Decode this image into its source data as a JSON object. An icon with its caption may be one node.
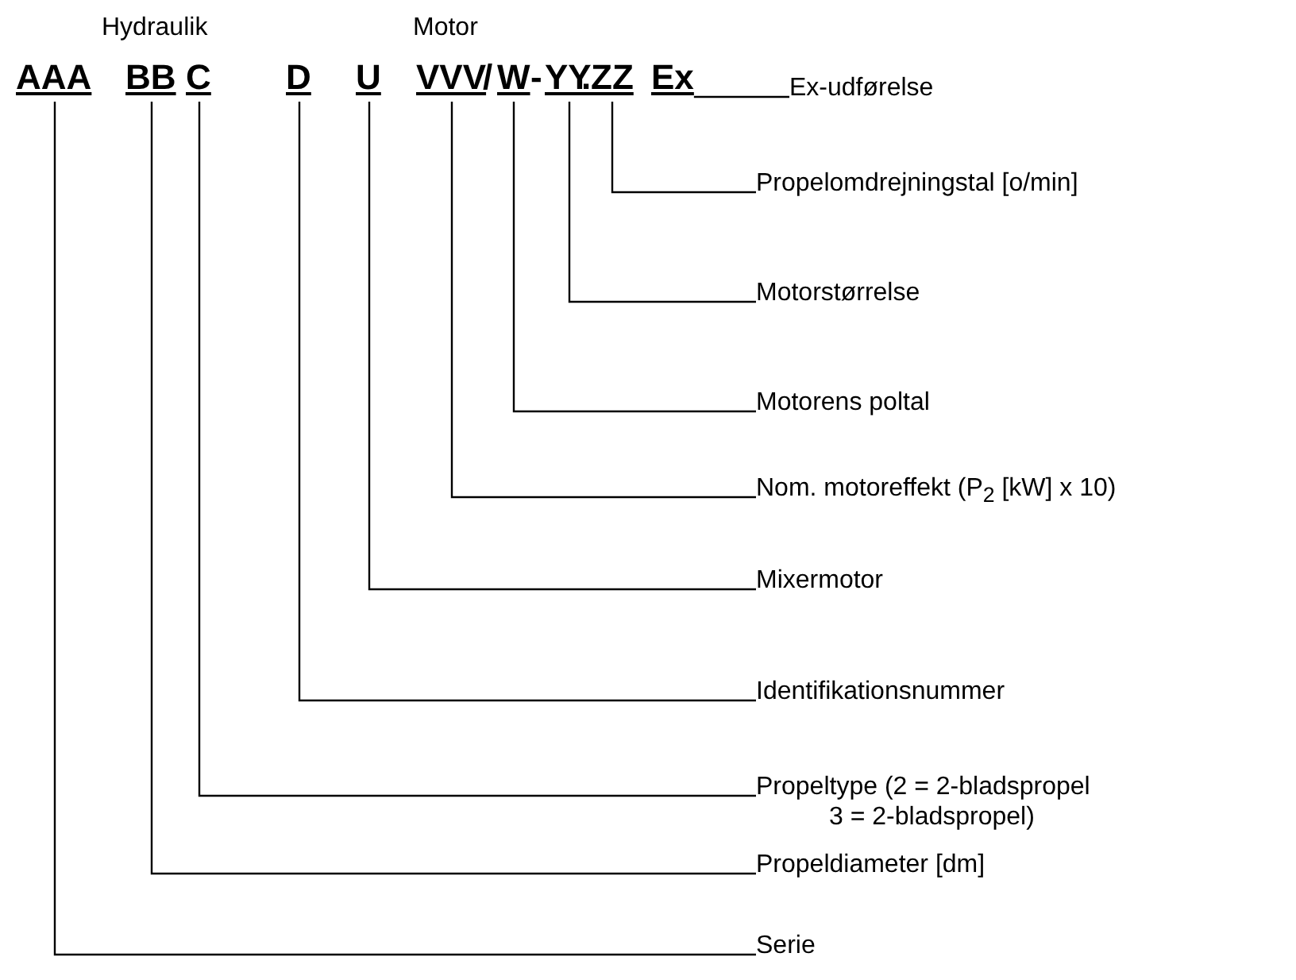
{
  "diagram": {
    "nodes": [
      {
        "text": [
          "AAA"
        ]
      },
      {
        "text": [
          "BB"
        ]
      },
      {
        "text": [
          "C"
        ]
      },
      {
        "text": [
          "D"
        ]
      },
      {
        "text": [
          "U"
        ]
      },
      {
        "text": [
          "VVV"
        ]
      },
      {
        "text": [
          "W"
        ]
      },
      {
        "text": [
          "YY"
        ]
      },
      {
        "text": [
          "ZZ"
        ]
      },
      {
        "text": [
          "Ex"
        ]
      },
      {
        "text": [
          "Ex-udførelse"
        ]
      },
      {
        "text": [
          "Propelomdrejningstal [o/min]"
        ]
      },
      {
        "text": [
          "Motorstørrelse"
        ]
      },
      {
        "text": [
          "Motorens poltal"
        ]
      },
      {
        "text": [
          "Nom. motoreffekt (P$_{2}$ [kW] x 10)"
        ]
      },
      {
        "text": [
          "Mixermotor"
        ]
      },
      {
        "text": [
          "Identifikationsnummer"
        ]
      },
      {
        "text": [
          "Propeltype (2 = 2-bladspropel 3 = 2-bladspropel)"
        ]
      },
      {
        "text": [
          "Propeldiameter [dm]"
        ]
      },
      {
        "text": [
          "Serie"
        ]
      }
    ],
    "edges": [
      {
        "from": 9,
        "to": 10,
        "arrow": "none"
      },
      {
        "from": 8,
        "to": 11,
        "arrow": "none"
      },
      {
        "from": 7,
        "to": 12,
        "arrow": "none"
      },
      {
        "from": 6,
        "to": 13,
        "arrow": "none"
      },
      {
        "from": 5,
        "to": 14,
        "arrow": "none"
      },
      {
        "from": 4,
        "to": 15,
        "arrow": "none"
      },
      {
        "from": 3,
        "to": 16,
        "arrow": "none"
      },
      {
        "from": 2,
        "to": 17,
        "arrow": "none"
      },
      {
        "from": 1,
        "to": 18,
        "arrow": "none"
      },
      {
        "from": 0,
        "to": 19,
        "arrow": "none"
      }
    ],
    "labels": [
      "Hydraulik",
      "Motor",
      "/",
      "-",
      "."
    ]
  }
}
